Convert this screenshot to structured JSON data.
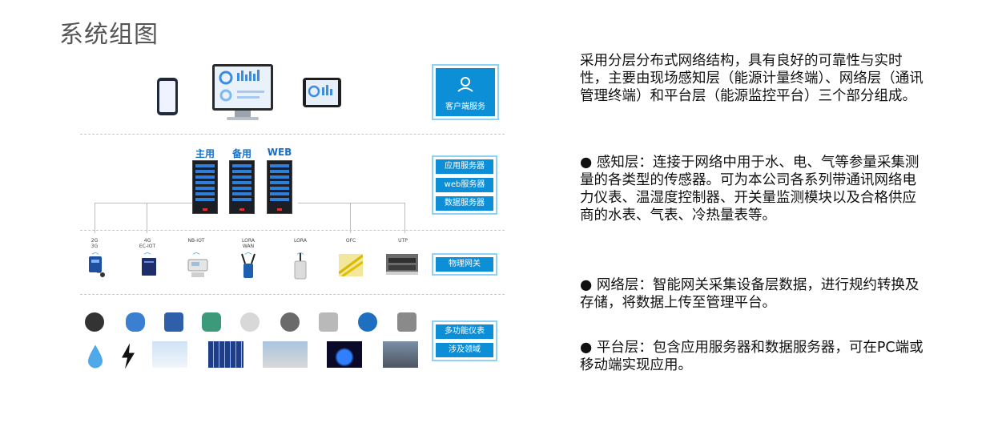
{
  "page": {
    "title": "系统组图"
  },
  "diagram": {
    "client_service_label": "客户端服务",
    "server_labels": [
      "主用",
      "备用",
      "WEB"
    ],
    "server_buttons": [
      "应用服务器",
      "web服务器",
      "数据服务器"
    ],
    "gateway_button": "物理网关",
    "gateway_labels": [
      "2G\n3G",
      "4G\nEC-IOT",
      "NB-IOT",
      "LORA\nWAN",
      "LORA",
      "OFC",
      "UTP"
    ],
    "field_buttons": [
      "多功能仪表",
      "涉及领域"
    ]
  },
  "text": {
    "intro": "采用分层分布式网络结构，具有良好的可靠性与实时性，主要由现场感知层（能源计量终端）、网络层（通讯管理终端）和平台层（能源监控平台）三个部分组成。",
    "bullets": [
      "● 感知层：连接于网络中用于水、电、气等参量采集测量的各类型的传感器。可为本公司各系列带通讯网络电力仪表、温湿度控制器、开关量监测模块以及合格供应商的水表、气表、冷热量表等。",
      "● 网络层：智能网关采集设备层数据，进行规约转换及存储，将数据上传至管理平台。",
      "● 平台层：包含应用服务器和数据服务器，可在PC端或移动端实现应用。"
    ]
  },
  "colors": {
    "accent": "#0d8fd8",
    "frame": "#8fd3f4",
    "server_label": "#1a6fc7"
  }
}
